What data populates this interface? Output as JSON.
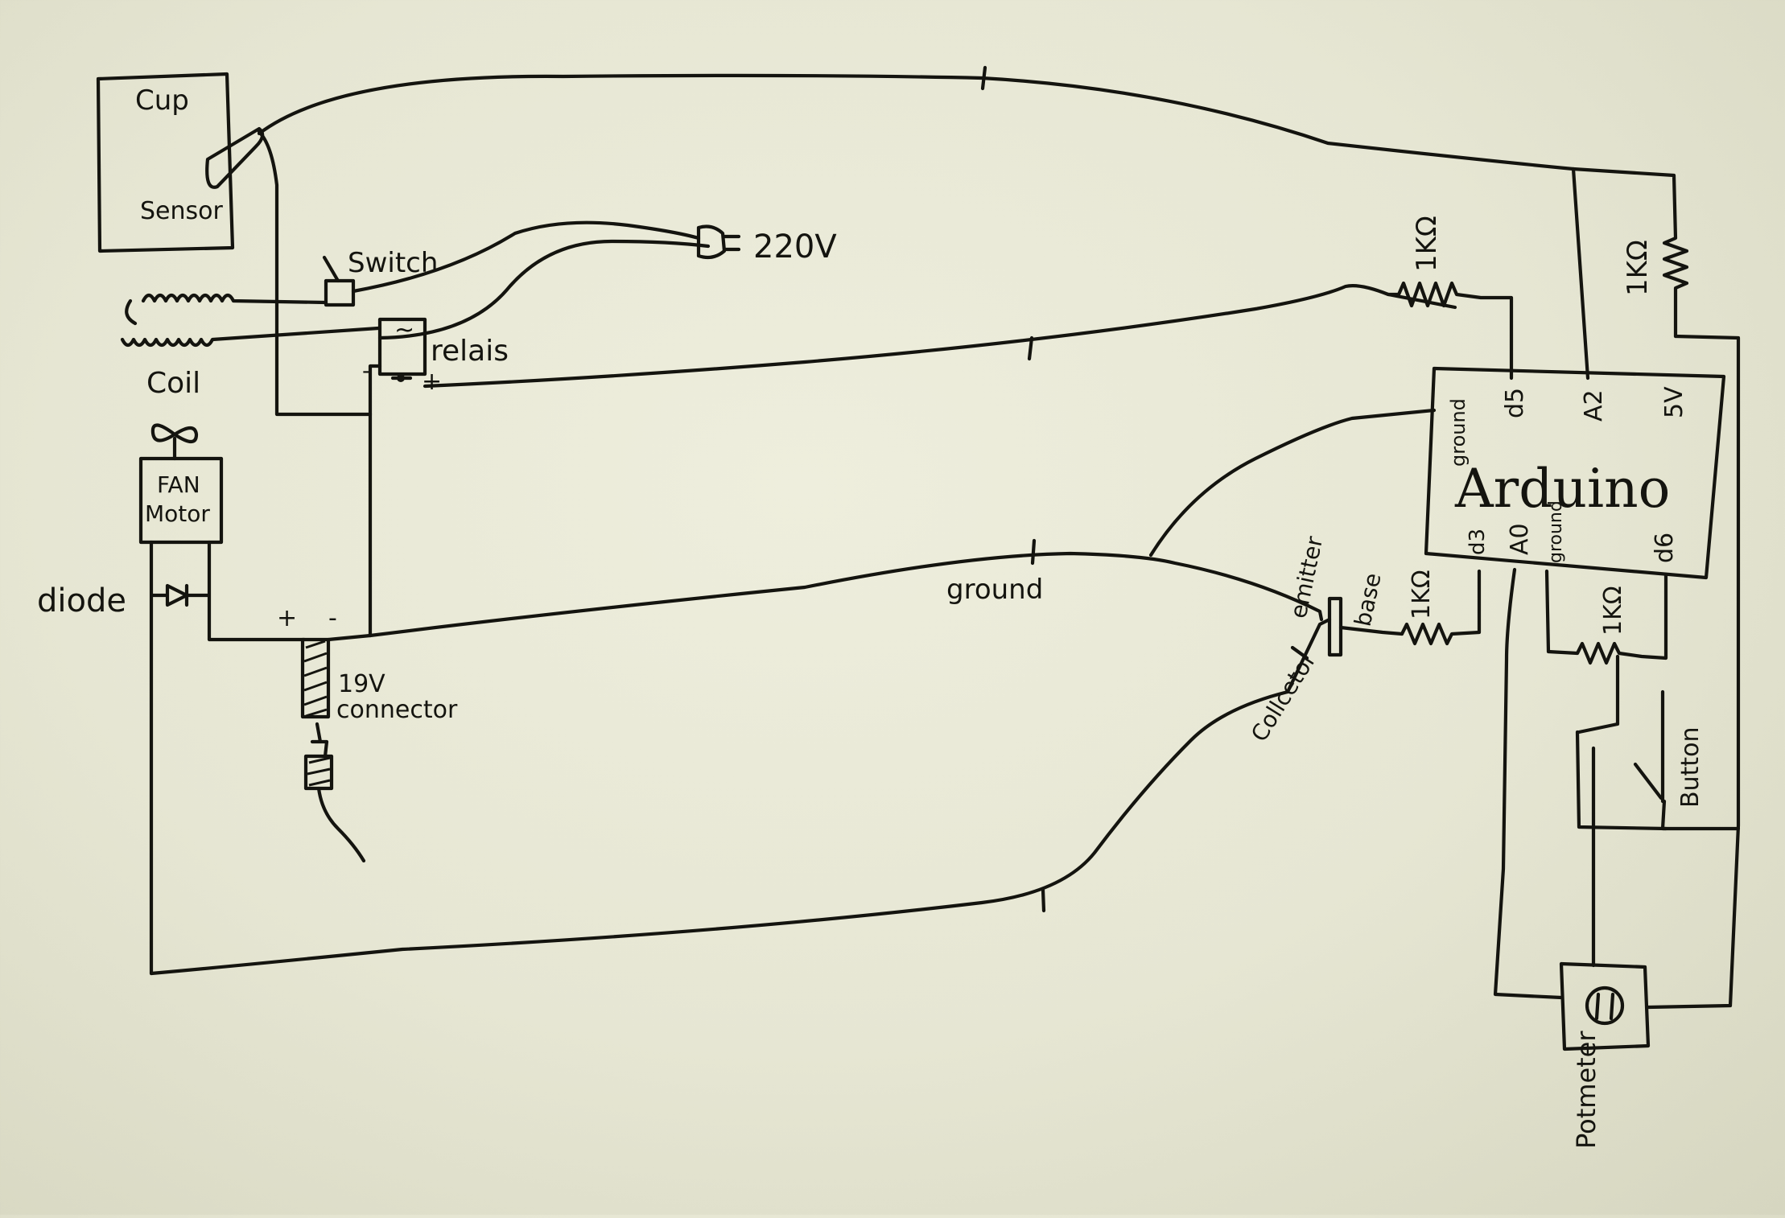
{
  "components": {
    "cup": "Cup",
    "sensor": "Sensor",
    "switch": "Switch",
    "mains": "220V",
    "coil": "Coil",
    "relay": "relais",
    "relay_ac": "~",
    "relay_plus": "+",
    "relay_minus": "-",
    "fan_line1": "FAN",
    "fan_line2": "Motor",
    "diode": "diode",
    "conn_plus": "+",
    "conn_minus": "-",
    "conn_line1": "19V",
    "conn_line2": "connector",
    "ground_wire": "ground",
    "emitter": "emitter",
    "base": "base",
    "collector": "Collcetor",
    "resistor_top": "1KΩ",
    "resistor_right": "1KΩ",
    "resistor_base": "1KΩ",
    "resistor_button": "1KΩ",
    "arduino": "Arduino",
    "pin_ground_top": "ground",
    "pin_d5": "d5",
    "pin_a2": "A2",
    "pin_5v": "5V",
    "pin_d3": "d3",
    "pin_a0": "A0",
    "pin_ground_bottom": "ground",
    "pin_d6": "d6",
    "button": "Button",
    "potentiometer": "Potmeter"
  }
}
